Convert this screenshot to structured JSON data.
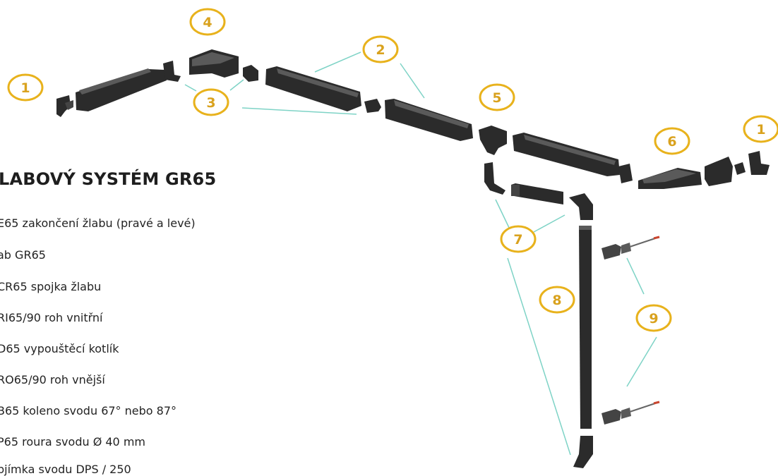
{
  "heading": "LABOVÝ SYSTÉM GR65",
  "legend": [
    "E65 zakončení žlabu (pravé a levé)",
    "ab GR65",
    "CR65 spojka žlabu",
    "RI65/90 roh vnitřní",
    "D65 vypouštěcí kotlík",
    "RO65/90 roh vnější",
    "B65 koleno svodu 67° nebo 87°",
    "P65 roura svodu Ø 40 mm",
    "bjímka svodu DPS / 250"
  ],
  "badges": [
    "1",
    "4",
    "2",
    "3",
    "5",
    "6",
    "1",
    "7",
    "8",
    "9"
  ],
  "colors": {
    "badge": "#e8b21c",
    "badge_text": "#d9a21e",
    "leader_line": "#7ed3c6",
    "part_dark": "#2b2b2b",
    "part_edge": "#444444",
    "part_light": "#5a5a5a",
    "bracket_tip": "#c9462f"
  }
}
